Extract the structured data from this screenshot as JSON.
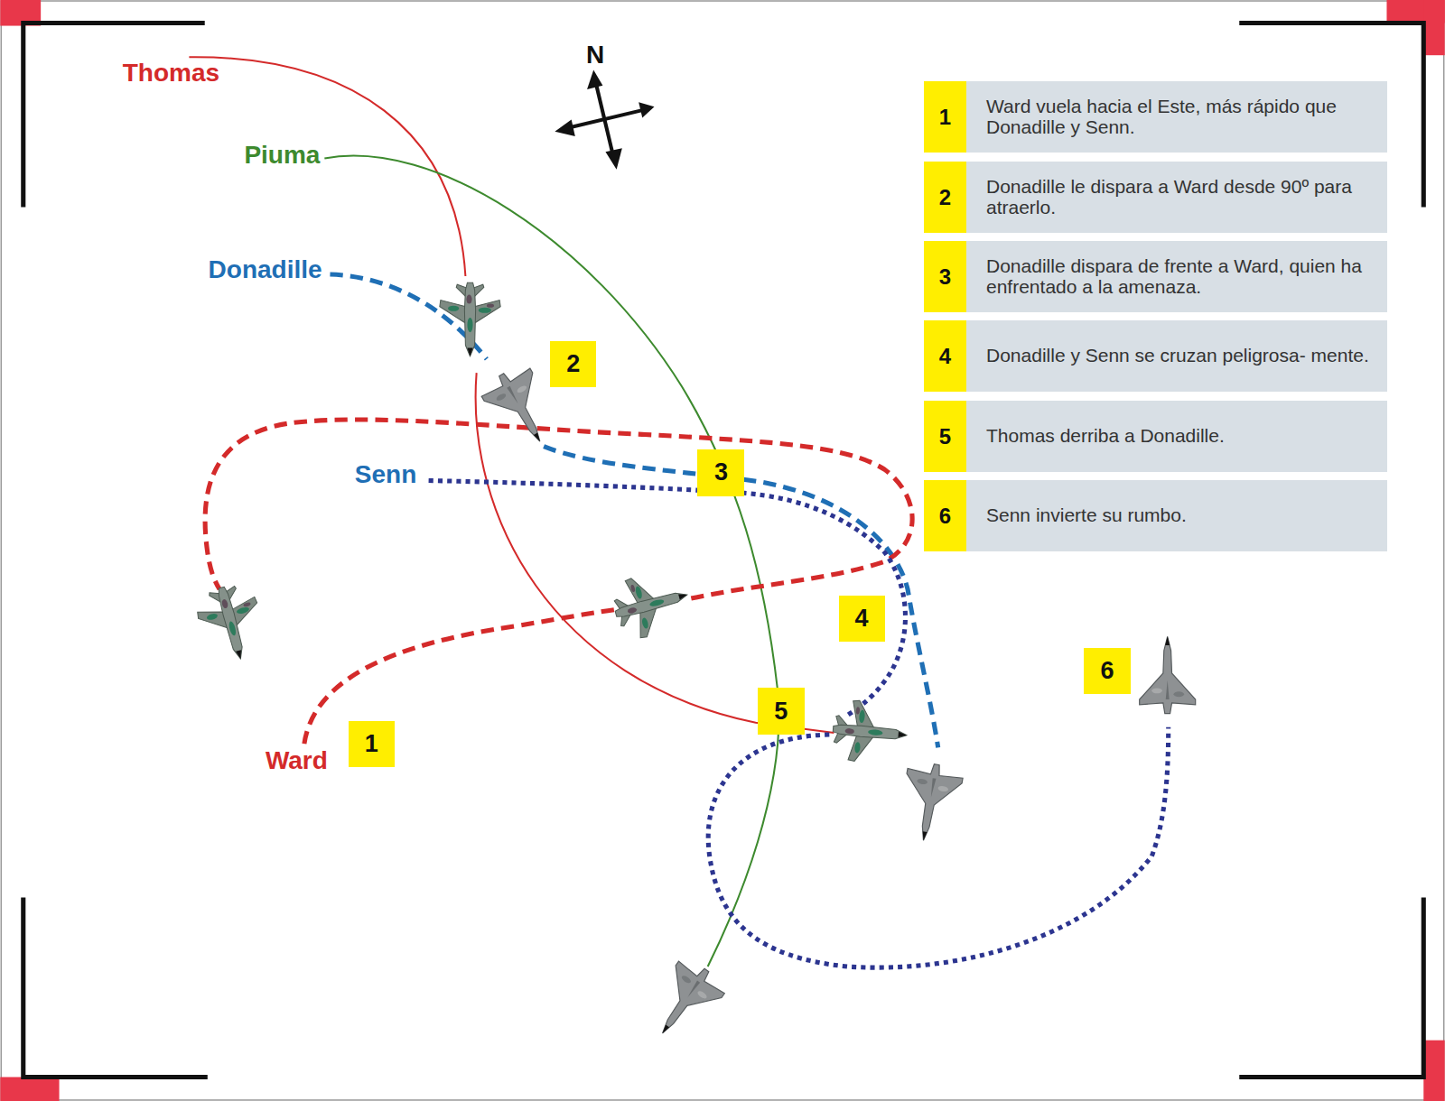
{
  "diagram": {
    "nodes": [
      {
        "text": [
          "1",
          "Ward vuela hacia el Este, más rápido que Donadille y Senn."
        ]
      },
      {
        "text": [
          "2",
          "Donadille le dispara a Ward desde 90º para atraerlo."
        ]
      },
      {
        "text": [
          "3",
          "Donadille dispara de frente a Ward, quien ha enfrentado a la amenaza."
        ]
      },
      {
        "text": [
          "4",
          "Donadille y Senn se cruzan peligrosa- mente."
        ]
      },
      {
        "text": [
          "5",
          "Thomas derriba a Donadille."
        ]
      },
      {
        "text": [
          "6",
          "Senn invierte su rumbo."
        ]
      }
    ],
    "labels": [
      "Thomas",
      "N",
      "Piuma",
      "Donadille",
      "2",
      "3",
      "Senn",
      "4",
      "5",
      "Ward",
      "1",
      "6"
    ]
  }
}
